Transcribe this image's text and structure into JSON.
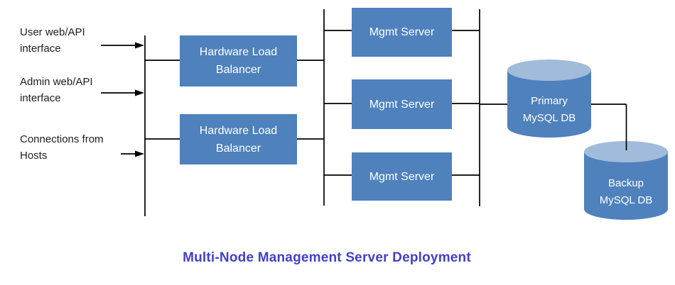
{
  "title": {
    "text": "Multi-Node Management Server Deployment"
  },
  "colors": {
    "box_fill": "#4F81BD",
    "box_text": "#FFFFFF",
    "cylinder_top": "#A1BBDB",
    "line": "#000000",
    "title": "#4240CB",
    "label": "#1E1E1E",
    "bg": "#FFFFFF"
  },
  "inputs": [
    {
      "line1": "User web/API",
      "line2": "interface"
    },
    {
      "line1": "Admin web/API",
      "line2": "interface"
    },
    {
      "line1": "Connections from",
      "line2": "Hosts"
    }
  ],
  "load_balancers": [
    {
      "label": "Hardware Load Balancer"
    },
    {
      "label": "Hardware Load Balancer"
    }
  ],
  "mgmt_servers": [
    {
      "label": "Mgmt Server"
    },
    {
      "label": "Mgmt Server"
    },
    {
      "label": "Mgmt Server"
    }
  ],
  "databases": {
    "primary": {
      "line1": "Primary",
      "line2": "MySQL DB"
    },
    "backup": {
      "line1": "Backup",
      "line2": "MySQL DB"
    }
  }
}
